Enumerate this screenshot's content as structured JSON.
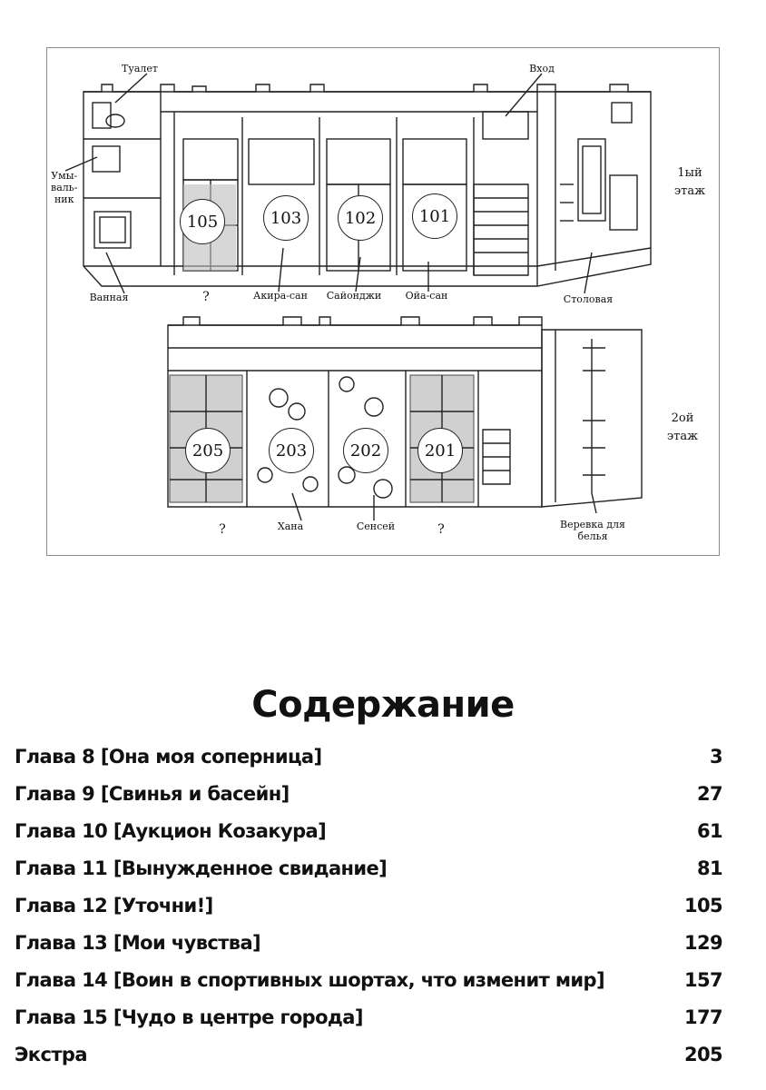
{
  "floorplan": {
    "labels": {
      "toilet": "Туалет",
      "entrance": "Вход",
      "sink": "Умы-\nваль-\nник",
      "bath": "Ванная",
      "unknown_1": "?",
      "akira": "Акира-сан",
      "saionji": "Сайонджи",
      "oya": "Ойа-сан",
      "dining": "Столовая",
      "unknown_2": "?",
      "hana": "Хана",
      "sensei": "Сенсей",
      "unknown_3": "?",
      "laundry": "Веревка для\nбелья"
    },
    "floors": {
      "first": "1ый\nэтаж",
      "second": "2ой\nэтаж"
    },
    "rooms": {
      "r105": "105",
      "r103": "103",
      "r102": "102",
      "r101": "101",
      "r205": "205",
      "r203": "203",
      "r202": "202",
      "r201": "201"
    }
  },
  "toc": {
    "title": "Содержание",
    "entries": [
      {
        "label": "Глава 8 [Она моя соперница]",
        "page": "3"
      },
      {
        "label": "Глава 9 [Свинья и басейн]",
        "page": "27"
      },
      {
        "label": "Глава 10 [Аукцион Козакура]",
        "page": "61"
      },
      {
        "label": "Глава 11 [Вынужденное свидание]",
        "page": "81"
      },
      {
        "label": "Глава 12 [Уточни!]",
        "page": "105"
      },
      {
        "label": "Глава 13 [Мои чувства]",
        "page": "129"
      },
      {
        "label": "Глава 14 [Воин в спортивных шортах, что изменит мир]",
        "page": "157"
      },
      {
        "label": "Глава 15 [Чудо в центре города]",
        "page": "177"
      },
      {
        "label": "Экстра",
        "page": "205"
      }
    ]
  }
}
